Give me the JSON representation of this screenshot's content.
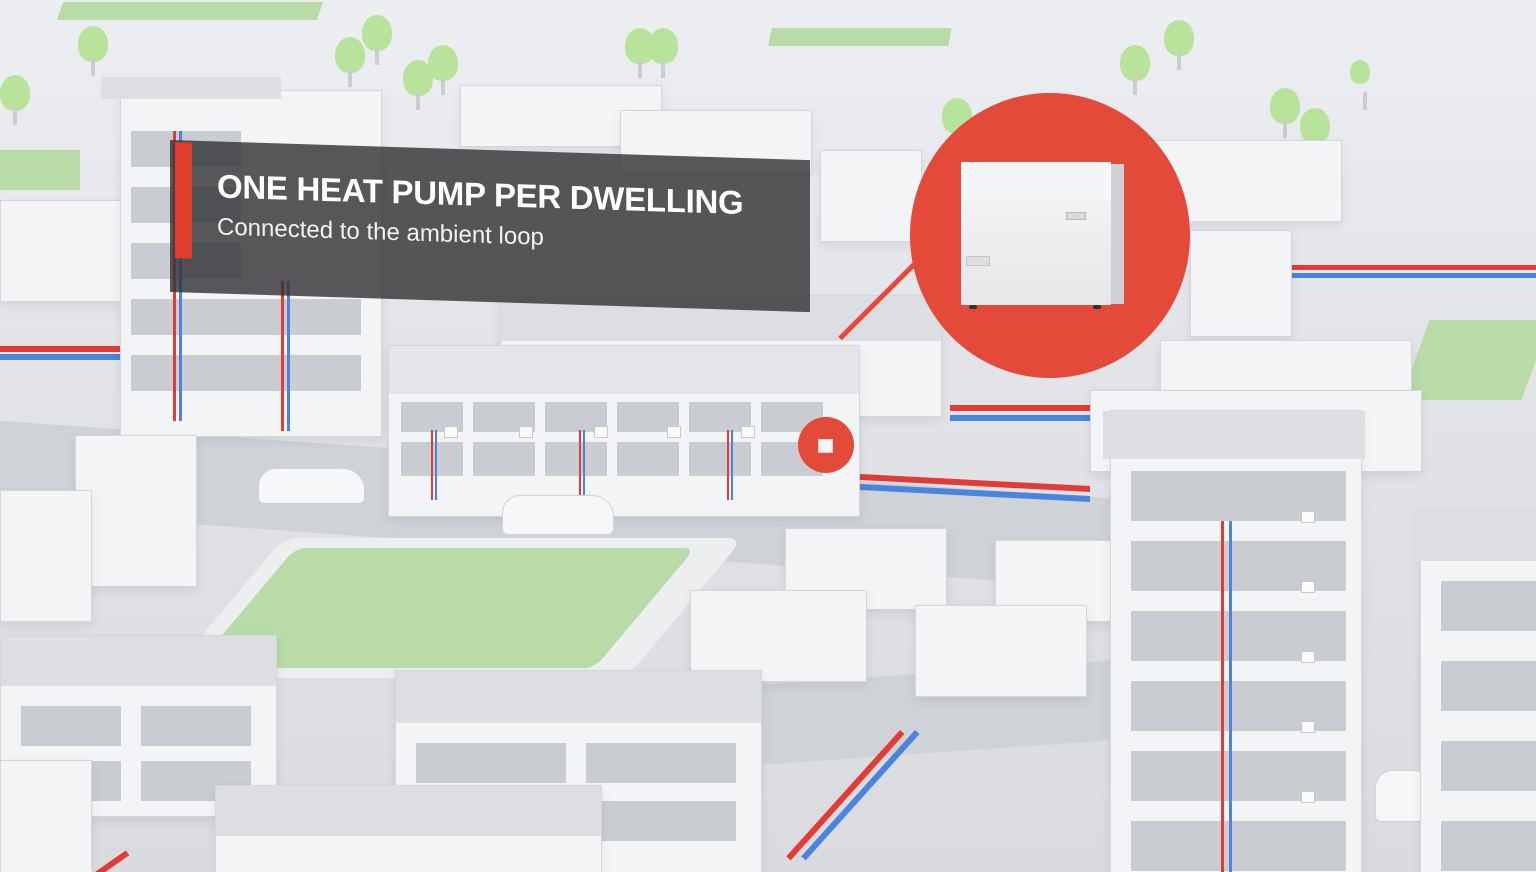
{
  "caption": {
    "title": "ONE HEAT PUMP PER DWELLING",
    "subtitle": "Connected to the ambient loop"
  },
  "callout": {
    "subject": "heat-pump-unit",
    "highlight_color": "#e44a3a"
  },
  "colors": {
    "accent_red": "#e23c2e",
    "caption_background": "#343437",
    "pipe_hot": "#e23c36",
    "pipe_cold": "#4a84de",
    "grass": "#b9dba8",
    "road": "#cfd2d7",
    "buildings": "#f3f4f6"
  },
  "scene": {
    "description": "3D isometric neighbourhood with apartment blocks, terraced and detached houses, cars, trees and a red/blue ambient loop pipe network"
  }
}
